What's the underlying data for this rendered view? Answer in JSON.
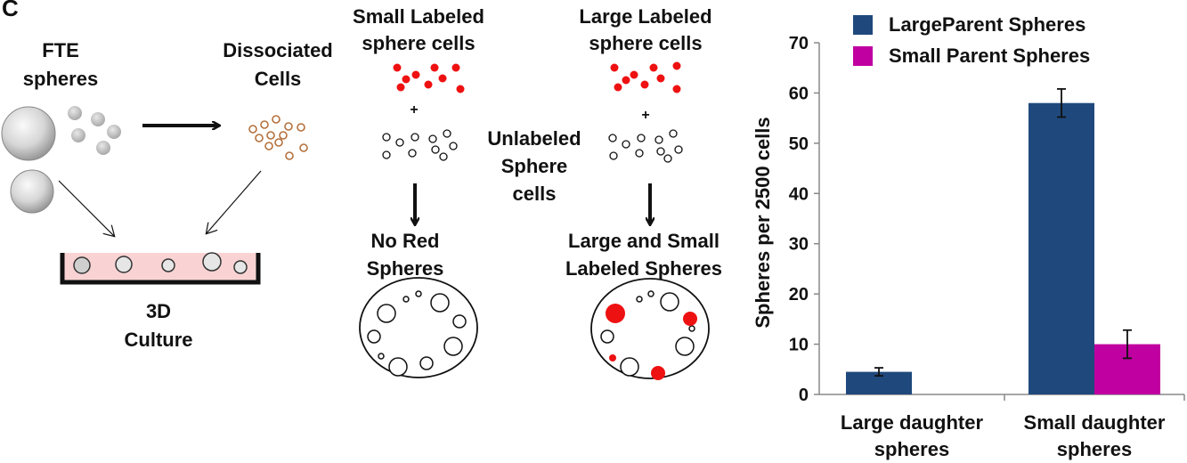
{
  "panel_label": "C",
  "schematic": {
    "fte_label_1": "FTE",
    "fte_label_2": "spheres",
    "dissociated_label_1": "Dissociated",
    "dissociated_label_2": "Cells",
    "culture_label_1": "3D",
    "culture_label_2": "Culture",
    "small_labeled_1": "Small Labeled",
    "small_labeled_2": "sphere cells",
    "large_labeled_1": "Large Labeled",
    "large_labeled_2": "sphere cells",
    "plus_left": "+",
    "plus_right": "+",
    "unlabeled_1": "Unlabeled",
    "unlabeled_2": "Sphere",
    "unlabeled_3": "cells",
    "no_red_1": "No Red",
    "no_red_2": "Spheres",
    "large_small_1": "Large and Small",
    "large_small_2": "Labeled Spheres"
  },
  "colors": {
    "large_parent": "#1f497d",
    "small_parent": "#c000a0",
    "label_red": "#ee1111",
    "culture_fill": "#f9d3d3"
  },
  "chart_data": {
    "type": "bar",
    "categories": [
      "Large daughter spheres",
      "Small daughter spheres"
    ],
    "category_lines": [
      [
        "Large daughter",
        "spheres"
      ],
      [
        "Small daughter",
        "spheres"
      ]
    ],
    "series": [
      {
        "name": "LargeParent Spheres",
        "values": [
          4.5,
          58
        ],
        "errors": [
          0.8,
          2.8
        ]
      },
      {
        "name": "Small Parent Spheres",
        "values": [
          0,
          10
        ],
        "errors": [
          0,
          2.8
        ]
      }
    ],
    "ylabel": "Spheres per 2500 cells",
    "ylim": [
      0,
      70
    ],
    "yticks": [
      0,
      10,
      20,
      30,
      40,
      50,
      60,
      70
    ],
    "legend_position": "top"
  }
}
